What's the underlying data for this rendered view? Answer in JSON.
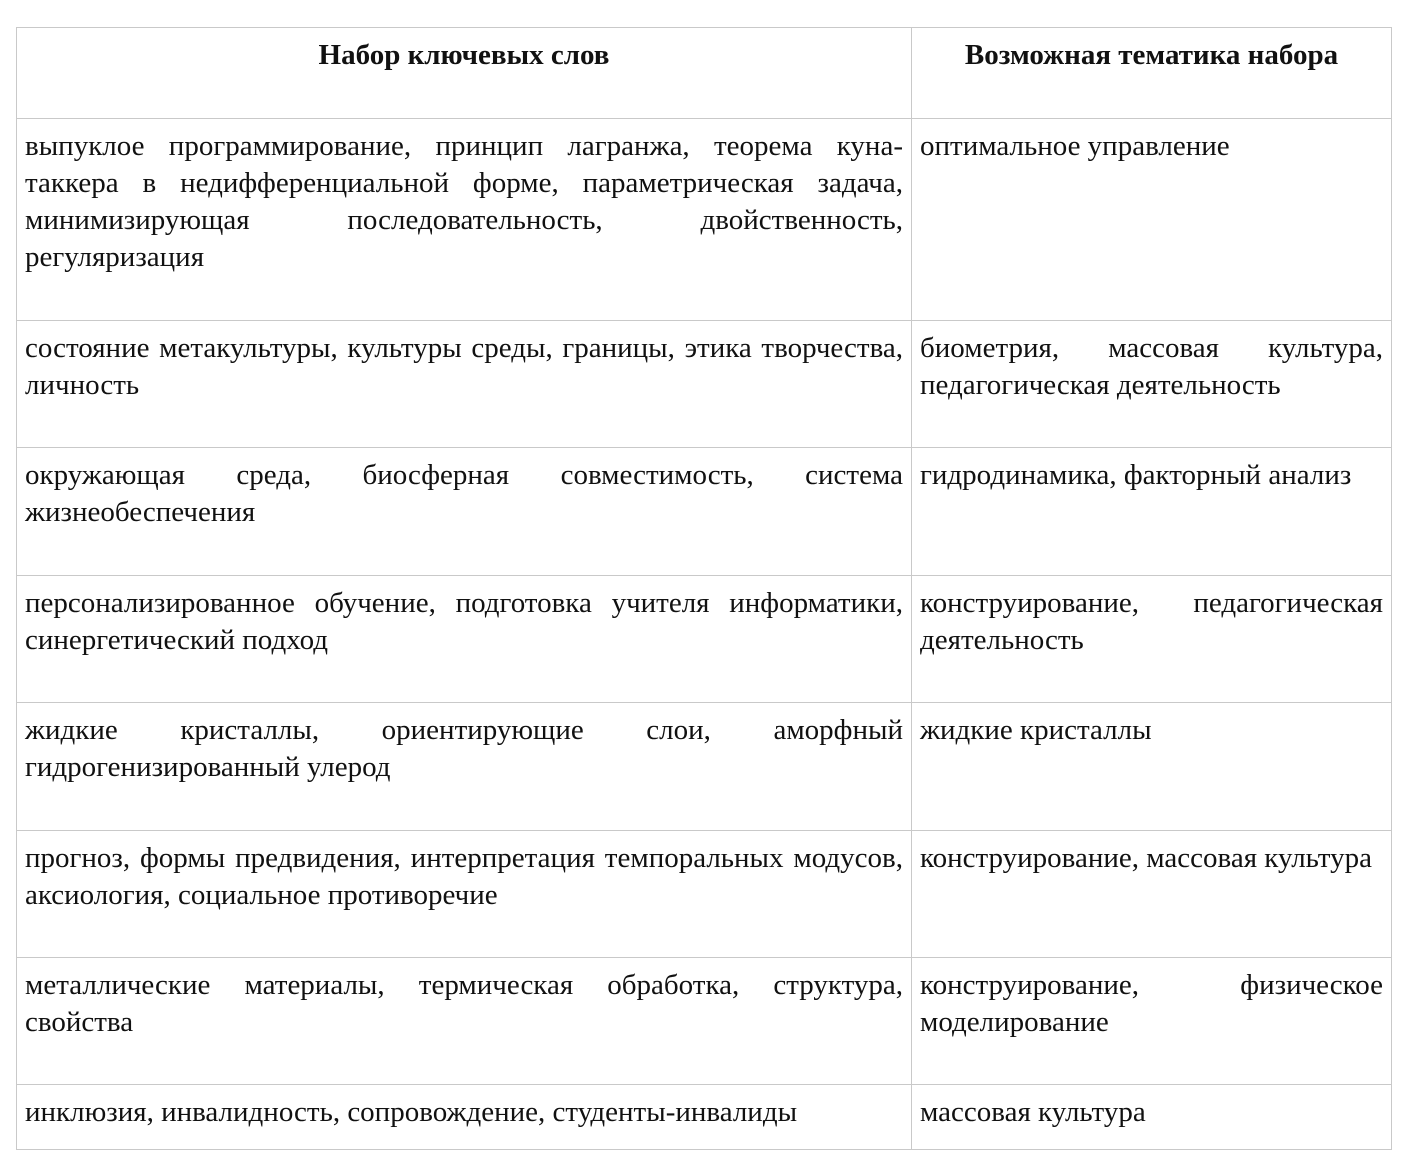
{
  "table": {
    "headers": {
      "keywords": "Набор ключевых слов",
      "topics": "Возможная тематика набора"
    },
    "rows": [
      {
        "keywords": "выпуклое программирование, принцип лагранжа, теорема куна-таккера в недифференциальной форме, параметрическая задача, минимизирующая последовательность, двойственность, регуляризация",
        "topics": "оптимальное управление"
      },
      {
        "keywords": "состояние метакультуры, культуры среды, границы, этика творчества, личность",
        "topics": "биометрия, массовая культура, педагогическая деятельность"
      },
      {
        "keywords": "окружающая среда,  биосферная совместимость, система жизнеобеспечения",
        "topics": "гидродинамика, факторный анализ"
      },
      {
        "keywords": "персонализированное обучение, подготовка учителя информатики, синергетический подход",
        "topics": "конструирование, педагогическая деятельность"
      },
      {
        "keywords": "жидкие кристаллы, ориентирующие слои, аморфный гидрогенизированный улерод",
        "topics": "жидкие кристаллы"
      },
      {
        "keywords": "прогноз, формы предвидения, интерпретация темпоральных модусов, аксиология, социальное противоречие",
        "topics": "конструирование, массовая культура"
      },
      {
        "keywords": "металлические материалы, термическая обработка, структура, свойства",
        "topics": "конструирование, физическое моделирование"
      },
      {
        "keywords": "инклюзия, инвалидность, сопровождение, студенты-инвалиды",
        "topics": "массовая культура"
      }
    ]
  }
}
